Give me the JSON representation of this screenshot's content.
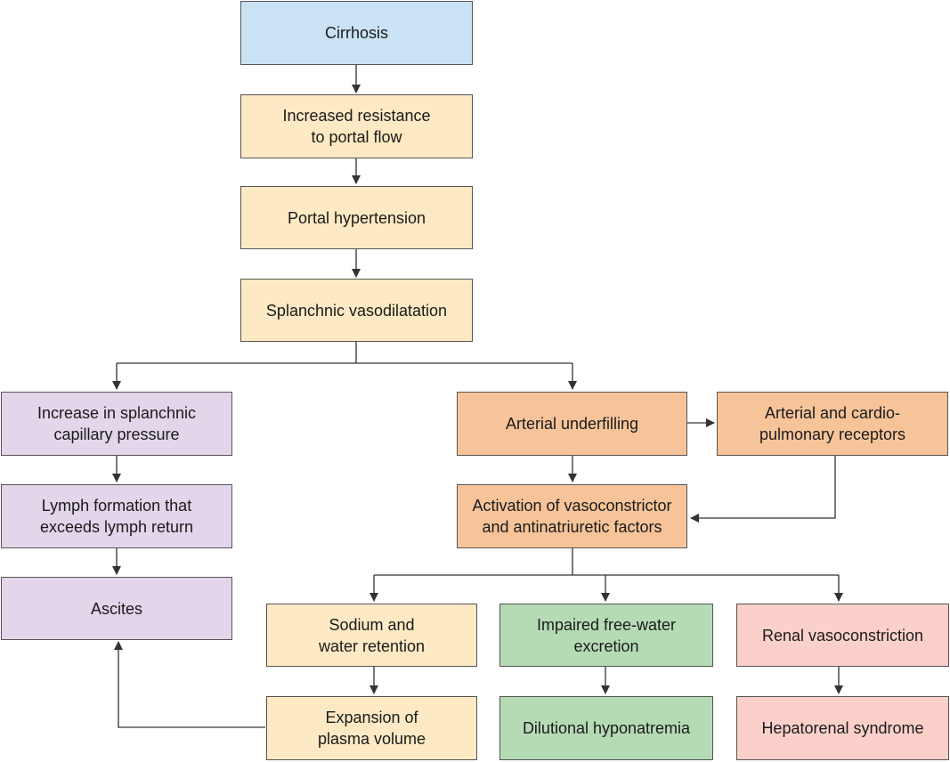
{
  "nodes": {
    "cirrhosis": "Cirrhosis",
    "increased_resistance": "Increased resistance\nto portal flow",
    "portal_hypertension": "Portal hypertension",
    "splanchnic_vasodilatation": "Splanchnic vasodilatation",
    "increase_splanchnic_pressure": "Increase in splanchnic\ncapillary pressure",
    "lymph_formation": "Lymph formation that\nexceeds lymph return",
    "ascites": "Ascites",
    "arterial_underfilling": "Arterial underfilling",
    "receptors": "Arterial and cardio-\npulmonary receptors",
    "activation_factors": "Activation of vasoconstrictor\nand antinatriuretic factors",
    "sodium_water_retention": "Sodium and\nwater retention",
    "impaired_free_water": "Impaired free-water\nexcretion",
    "renal_vasoconstriction": "Renal vasoconstriction",
    "plasma_volume_expansion": "Expansion of\nplasma volume",
    "dilutional_hyponatremia": "Dilutional hyponatremia",
    "hepatorenal_syndrome": "Hepatorenal syndrome"
  },
  "colors": {
    "blue": "#c9e3f5",
    "yellow": "#fde9c3",
    "purple": "#e3d5ea",
    "orange": "#f7c49a",
    "green": "#b5dbb5",
    "pink": "#fbd0cb",
    "line": "#333333"
  }
}
